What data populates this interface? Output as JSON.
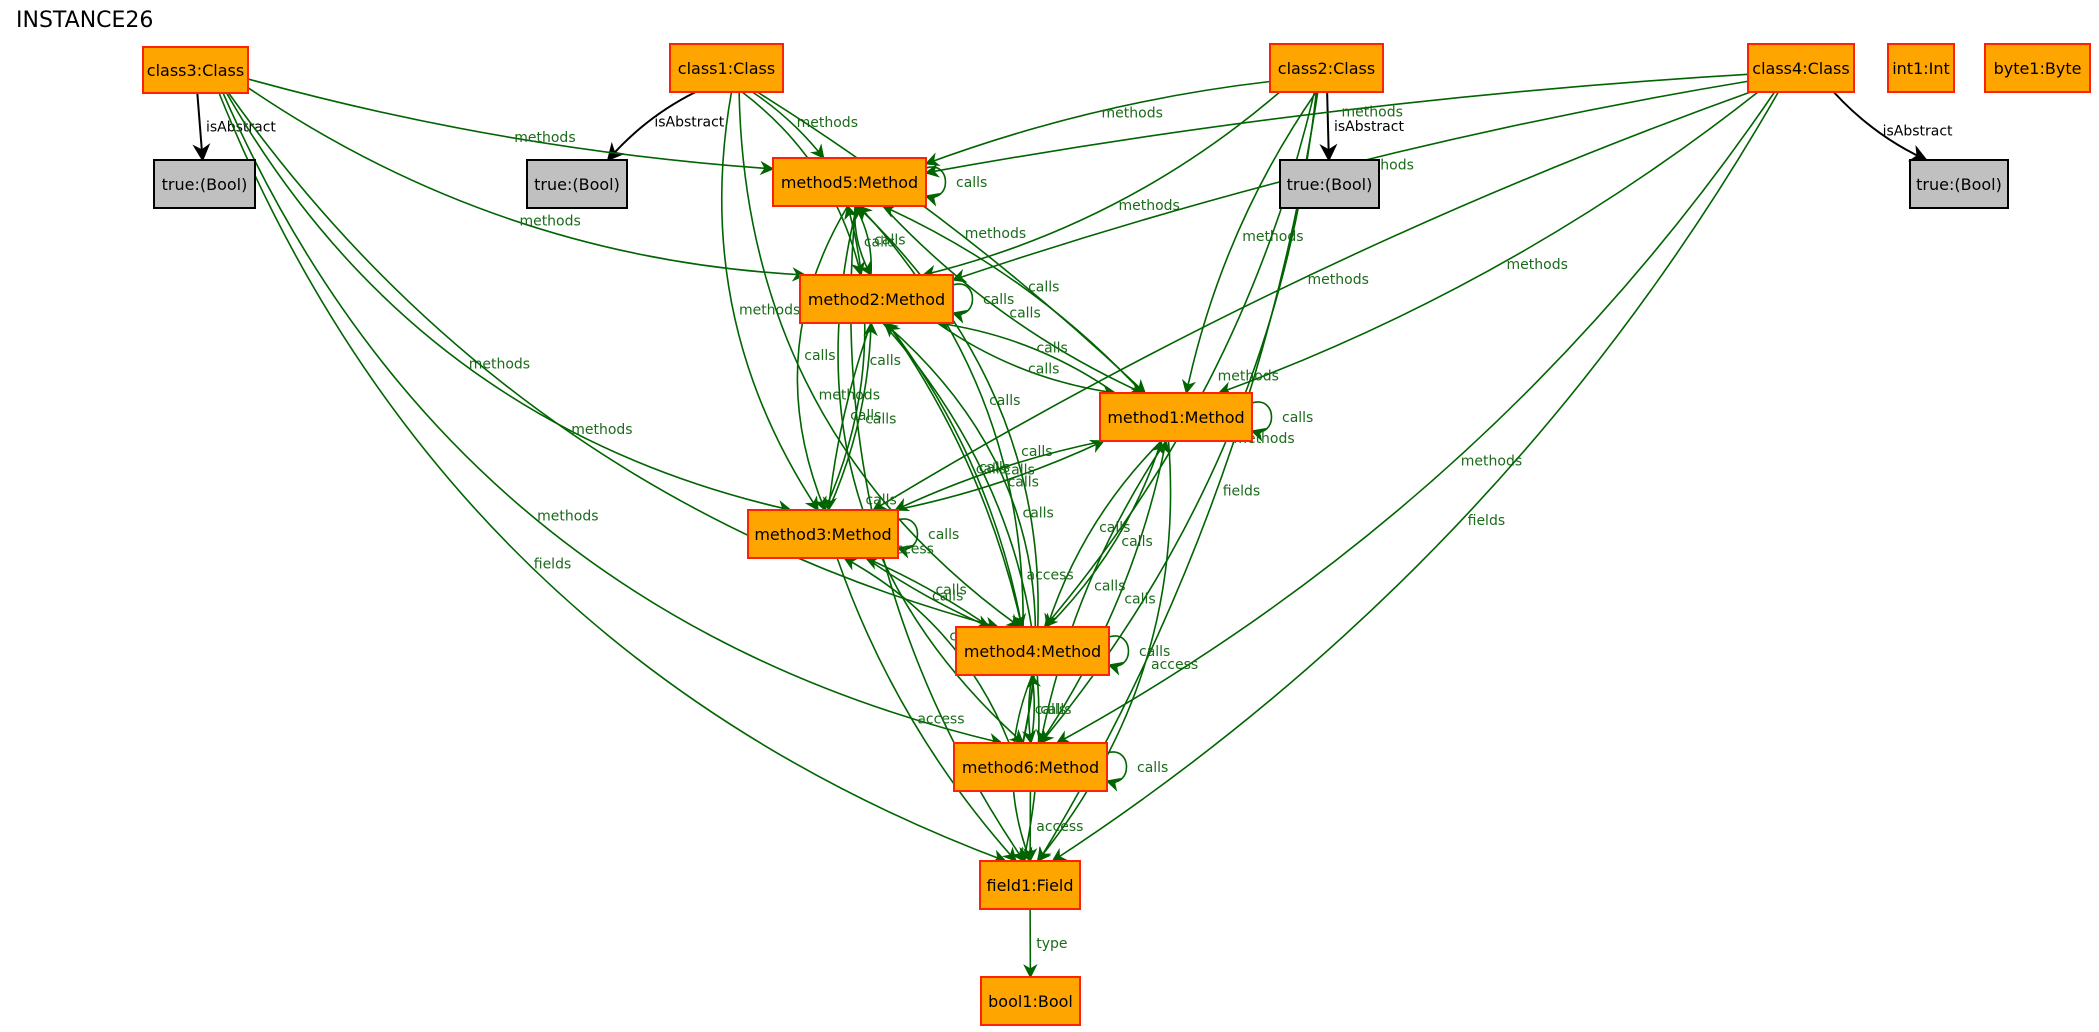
{
  "title": "INSTANCE26",
  "colors": {
    "node_fill": "#ffa500",
    "node_border": "#ff2200",
    "bool_fill": "#c0c0c0",
    "bool_border": "#000000",
    "edge": "#006400",
    "edge_label": "#1a6b1a",
    "isabstract_edge": "#000000"
  },
  "nodes": [
    {
      "id": "class3",
      "label": "class3:Class",
      "kind": "object"
    },
    {
      "id": "class1",
      "label": "class1:Class",
      "kind": "object"
    },
    {
      "id": "class2",
      "label": "class2:Class",
      "kind": "object"
    },
    {
      "id": "class4",
      "label": "class4:Class",
      "kind": "object"
    },
    {
      "id": "int1",
      "label": "int1:Int",
      "kind": "object"
    },
    {
      "id": "byte1",
      "label": "byte1:Byte",
      "kind": "object"
    },
    {
      "id": "true3",
      "label": "true:(Bool)",
      "kind": "value"
    },
    {
      "id": "true1",
      "label": "true:(Bool)",
      "kind": "value"
    },
    {
      "id": "true2",
      "label": "true:(Bool)",
      "kind": "value"
    },
    {
      "id": "true4",
      "label": "true:(Bool)",
      "kind": "value"
    },
    {
      "id": "method5",
      "label": "method5:Method",
      "kind": "object"
    },
    {
      "id": "method2",
      "label": "method2:Method",
      "kind": "object"
    },
    {
      "id": "method1",
      "label": "method1:Method",
      "kind": "object"
    },
    {
      "id": "method3",
      "label": "method3:Method",
      "kind": "object"
    },
    {
      "id": "method4",
      "label": "method4:Method",
      "kind": "object"
    },
    {
      "id": "method6",
      "label": "method6:Method",
      "kind": "object"
    },
    {
      "id": "field1",
      "label": "field1:Field",
      "kind": "object"
    },
    {
      "id": "bool1",
      "label": "bool1:Bool",
      "kind": "object"
    }
  ],
  "edges": [
    {
      "id": "e1",
      "from": "class3",
      "to": "true3",
      "label": "isAbstract"
    },
    {
      "id": "e2",
      "from": "class1",
      "to": "true1",
      "label": "isAbstract"
    },
    {
      "id": "e3",
      "from": "class2",
      "to": "true2",
      "label": "isAbstract"
    },
    {
      "id": "e4",
      "from": "class4",
      "to": "true4",
      "label": "isAbstract"
    },
    {
      "id": "e5",
      "from": "class3",
      "to": "method5",
      "label": "methods"
    },
    {
      "id": "e6",
      "from": "class1",
      "to": "method5",
      "label": "methods"
    },
    {
      "id": "e7",
      "from": "class2",
      "to": "method5",
      "label": "methods"
    },
    {
      "id": "e8",
      "from": "class4",
      "to": "method5",
      "label": "methods"
    },
    {
      "id": "e9",
      "from": "class3",
      "to": "method2",
      "label": "methods"
    },
    {
      "id": "e10",
      "from": "class1",
      "to": "method2",
      "label": "methods"
    },
    {
      "id": "e11",
      "from": "class2",
      "to": "method2",
      "label": "methods"
    },
    {
      "id": "e12",
      "from": "class4",
      "to": "method2",
      "label": "methods"
    },
    {
      "id": "e13",
      "from": "class1",
      "to": "method1",
      "label": "methods"
    },
    {
      "id": "e14",
      "from": "class2",
      "to": "method1",
      "label": "methods"
    },
    {
      "id": "e15",
      "from": "class4",
      "to": "method1",
      "label": "methods"
    },
    {
      "id": "e16",
      "from": "class3",
      "to": "method3",
      "label": "methods"
    },
    {
      "id": "e17",
      "from": "class1",
      "to": "method3",
      "label": "methods"
    },
    {
      "id": "e18",
      "from": "class4",
      "to": "method3",
      "label": "methods"
    },
    {
      "id": "e19",
      "from": "class3",
      "to": "method4",
      "label": "methods"
    },
    {
      "id": "e20",
      "from": "class1",
      "to": "method4",
      "label": "methods"
    },
    {
      "id": "e21",
      "from": "class2",
      "to": "method4",
      "label": "methods"
    },
    {
      "id": "e22",
      "from": "class3",
      "to": "method6",
      "label": "methods"
    },
    {
      "id": "e23",
      "from": "class2",
      "to": "method6",
      "label": "methods"
    },
    {
      "id": "e24",
      "from": "class4",
      "to": "method6",
      "label": "methods"
    },
    {
      "id": "e25",
      "from": "class3",
      "to": "field1",
      "label": "fields"
    },
    {
      "id": "e26",
      "from": "class2",
      "to": "field1",
      "label": "fields"
    },
    {
      "id": "e27",
      "from": "class4",
      "to": "field1",
      "label": "fields"
    },
    {
      "id": "e28",
      "from": "method5",
      "to": "method5",
      "label": "calls"
    },
    {
      "id": "e29",
      "from": "method2",
      "to": "method2",
      "label": "calls"
    },
    {
      "id": "e30",
      "from": "method1",
      "to": "method1",
      "label": "calls"
    },
    {
      "id": "e31",
      "from": "method3",
      "to": "method3",
      "label": "calls"
    },
    {
      "id": "e32",
      "from": "method4",
      "to": "method4",
      "label": "calls"
    },
    {
      "id": "e33",
      "from": "method6",
      "to": "method6",
      "label": "calls"
    },
    {
      "id": "e34",
      "from": "method2",
      "to": "method5",
      "label": "calls"
    },
    {
      "id": "e35",
      "from": "method5",
      "to": "method2",
      "label": "calls"
    },
    {
      "id": "e36",
      "from": "method5",
      "to": "method1",
      "label": "calls"
    },
    {
      "id": "e37",
      "from": "method1",
      "to": "method5",
      "label": "calls"
    },
    {
      "id": "e38",
      "from": "method5",
      "to": "method3",
      "label": "calls"
    },
    {
      "id": "e39",
      "from": "method3",
      "to": "method5",
      "label": "calls"
    },
    {
      "id": "e40",
      "from": "method4",
      "to": "method5",
      "label": "calls"
    },
    {
      "id": "e41",
      "from": "method5",
      "to": "method6",
      "label": "calls"
    },
    {
      "id": "e42",
      "from": "method6",
      "to": "method5",
      "label": "calls"
    },
    {
      "id": "e43",
      "from": "method2",
      "to": "method1",
      "label": "calls"
    },
    {
      "id": "e44",
      "from": "method1",
      "to": "method2",
      "label": "calls"
    },
    {
      "id": "e45",
      "from": "method2",
      "to": "method3",
      "label": "calls"
    },
    {
      "id": "e46",
      "from": "method3",
      "to": "method2",
      "label": "calls"
    },
    {
      "id": "e47",
      "from": "method2",
      "to": "method4",
      "label": "calls"
    },
    {
      "id": "e48",
      "from": "method4",
      "to": "method2",
      "label": "calls"
    },
    {
      "id": "e49",
      "from": "method6",
      "to": "method2",
      "label": "calls"
    },
    {
      "id": "e50",
      "from": "method1",
      "to": "method3",
      "label": "calls"
    },
    {
      "id": "e51",
      "from": "method3",
      "to": "method1",
      "label": "calls"
    },
    {
      "id": "e52",
      "from": "method1",
      "to": "method4",
      "label": "calls"
    },
    {
      "id": "e53",
      "from": "method4",
      "to": "method1",
      "label": "calls"
    },
    {
      "id": "e54",
      "from": "method1",
      "to": "method6",
      "label": "calls"
    },
    {
      "id": "e55",
      "from": "method6",
      "to": "method1",
      "label": "calls"
    },
    {
      "id": "e56",
      "from": "method3",
      "to": "method4",
      "label": "calls"
    },
    {
      "id": "e57",
      "from": "method4",
      "to": "method3",
      "label": "calls"
    },
    {
      "id": "e58",
      "from": "method6",
      "to": "method3",
      "label": "calls"
    },
    {
      "id": "e59",
      "from": "method4",
      "to": "method6",
      "label": "calls"
    },
    {
      "id": "e60",
      "from": "method6",
      "to": "method4",
      "label": "calls"
    },
    {
      "id": "e61",
      "from": "method5",
      "to": "field1",
      "label": "access"
    },
    {
      "id": "e62",
      "from": "method2",
      "to": "field1",
      "label": "access"
    },
    {
      "id": "e63",
      "from": "method1",
      "to": "field1",
      "label": "access"
    },
    {
      "id": "e64",
      "from": "method3",
      "to": "field1",
      "label": "access"
    },
    {
      "id": "e65",
      "from": "method4",
      "to": "field1",
      "label": "access"
    },
    {
      "id": "e66",
      "from": "method6",
      "to": "field1",
      "label": "access"
    },
    {
      "id": "e67",
      "from": "field1",
      "to": "bool1",
      "label": "type"
    }
  ]
}
